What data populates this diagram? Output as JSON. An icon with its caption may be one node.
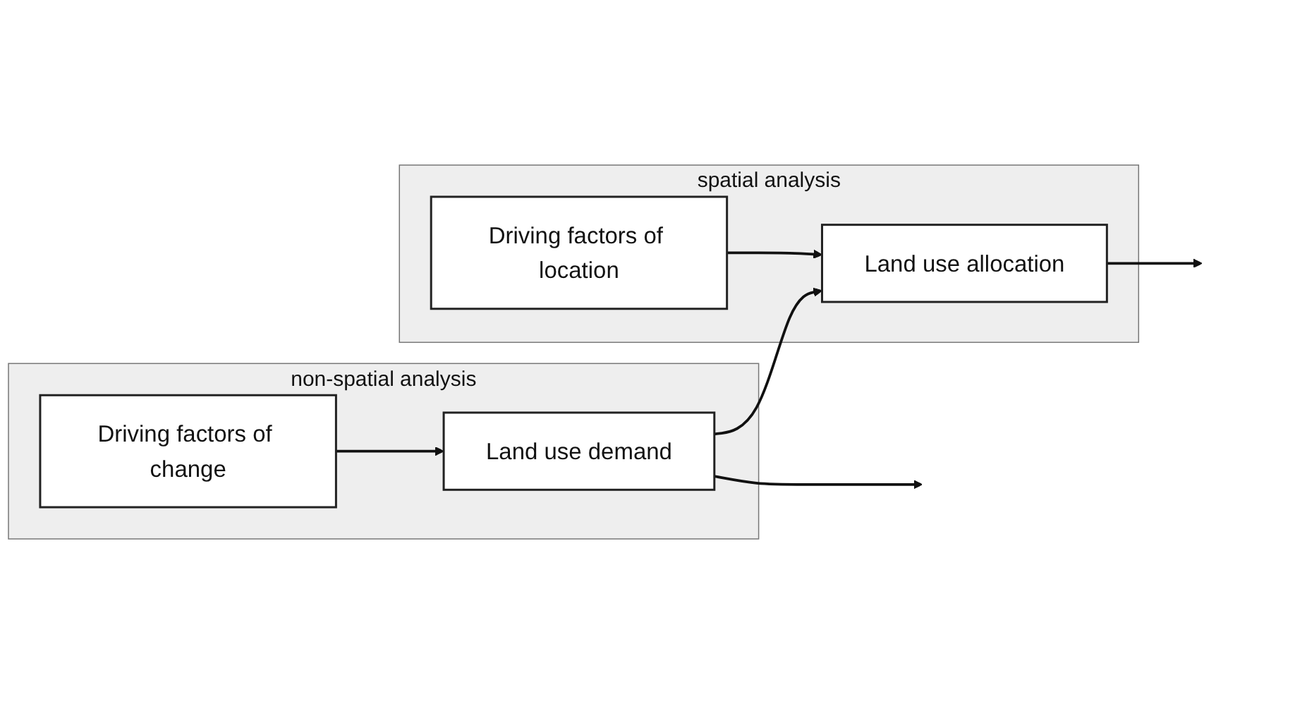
{
  "diagram": {
    "nodes": [
      {
        "text": [
          "non-spatial analysis"
        ]
      },
      {
        "text": [
          "Driving factors of change"
        ],
        "in": 0
      },
      {
        "text": [
          "Land use demand"
        ],
        "in": 0
      },
      {
        "text": [
          "spatial analysis"
        ]
      },
      {
        "text": [
          "Driving factors of location"
        ],
        "in": 3
      },
      {
        "text": [
          "Land use allocation"
        ],
        "in": 3
      }
    ],
    "edges": [
      {
        "from": 1,
        "to": 2,
        "arrow": "to"
      },
      {
        "from": 2,
        "to": null,
        "arrow": "to"
      },
      {
        "from": 2,
        "to": 5,
        "arrow": "to"
      },
      {
        "from": 4,
        "to": 5,
        "arrow": "to"
      },
      {
        "from": 5,
        "to": null,
        "arrow": "to"
      }
    ]
  }
}
